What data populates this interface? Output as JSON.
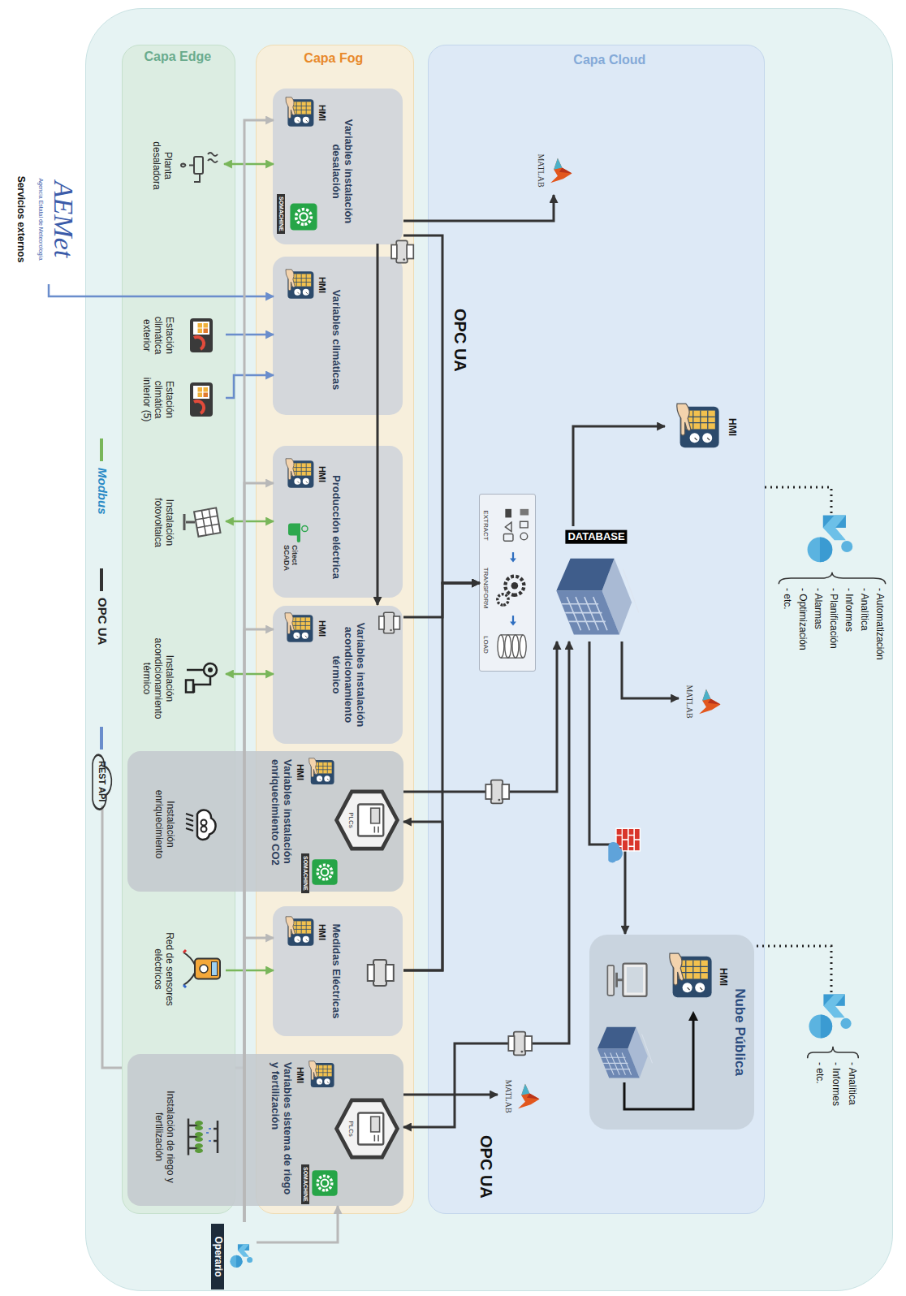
{
  "diagram": {
    "nodes": [
      {
        "text": [
          "Capa Edge"
        ]
      },
      {
        "text": [
          "Capa Fog"
        ]
      },
      {
        "text": [
          "Capa Cloud"
        ]
      },
      {
        "text": [
          "Planta desaladora"
        ],
        "in": 0
      },
      {
        "text": [
          "Estación climática exterior"
        ],
        "in": 0
      },
      {
        "text": [
          "Estación climática interior (5)"
        ],
        "in": 0
      },
      {
        "text": [
          "Instalación fotovoltaica"
        ],
        "in": 0
      },
      {
        "text": [
          "Instalación acondicionamiento térmico"
        ],
        "in": 0
      },
      {
        "text": [
          "Red de sensores eléctricos"
        ],
        "in": 0
      },
      {
        "text": [
          "HMI",
          "Variables instalación desalación",
          "SOMACHINE"
        ],
        "in": 1
      },
      {
        "text": [
          "HMI",
          "Variables climáticas"
        ],
        "in": 1
      },
      {
        "text": [
          "HMI",
          "Producción eléctrica",
          "Citect SCADA"
        ],
        "in": 1
      },
      {
        "text": [
          "HMI",
          "Variables instalación acondicionamiento térmico"
        ],
        "in": 1
      },
      {
        "text": [
          "HMI",
          "Variables instalación enriquecimiento CO2",
          "PLCs",
          "SOMACHINE"
        ]
      },
      {
        "text": [
          "Instalación enriquecimiento"
        ],
        "in": 13
      },
      {
        "text": [
          "HMI",
          "Medidas Eléctricas"
        ],
        "in": 1
      },
      {
        "text": [
          "HMI",
          "Variables sistema de riego y fertilización",
          "PLCs",
          "SOMACHINE"
        ]
      },
      {
        "text": [
          "Instalación de riego y fertilización"
        ],
        "in": 16
      },
      {
        "text": [
          "EXTRACT",
          "TRANSFORM",
          "LOAD"
        ],
        "in": 2
      },
      {
        "text": [
          "DATABASE"
        ],
        "in": 2
      },
      {
        "text": [
          "HMI"
        ],
        "in": 2
      },
      {
        "text": [
          "MATLAB"
        ],
        "in": 2
      },
      {
        "text": [
          "MATLAB"
        ],
        "in": 2
      },
      {
        "text": [
          "MATLAB"
        ],
        "in": 2
      },
      {
        "text": [
          "Nube Pública"
        ],
        "in": 2
      },
      {
        "text": [
          "HMI"
        ],
        "in": 24
      },
      {
        "text": [
          "AEMet",
          "Agencia Estatal de Meteorología",
          "Servicios externos"
        ]
      },
      {
        "text": [
          "Operario"
        ]
      },
      {
        "text": [
          "- Automatización",
          "- Analítica",
          "- Informes",
          "- Planificación",
          "- Alarmas",
          "- Optimización",
          "- etc."
        ]
      },
      {
        "text": [
          "- Analítica",
          "- Informes",
          "- etc."
        ]
      }
    ],
    "edges": [
      {
        "from": 3,
        "to": 9,
        "arrow": "both"
      },
      {
        "from": 6,
        "to": 11,
        "arrow": "both"
      },
      {
        "from": 7,
        "to": 12,
        "arrow": "both"
      },
      {
        "from": 8,
        "to": 15,
        "arrow": "to"
      },
      {
        "from": 4,
        "to": 10,
        "arrow": "to"
      },
      {
        "from": 5,
        "to": 10,
        "arrow": "to"
      },
      {
        "from": 26,
        "to": 10,
        "arrow": "to"
      },
      {
        "from": 9,
        "to": 21,
        "arrow": "to"
      },
      {
        "from": 9,
        "to": 12,
        "arrow": "to"
      },
      {
        "from": 9,
        "to": 18,
        "arrow": "to"
      },
      {
        "from": 12,
        "to": 18,
        "arrow": "to"
      },
      {
        "from": 15,
        "to": 18,
        "arrow": "to"
      },
      {
        "from": 15,
        "to": 13,
        "arrow": "to"
      },
      {
        "from": 13,
        "to": 19,
        "arrow": "to"
      },
      {
        "from": 16,
        "to": 19,
        "arrow": "both"
      },
      {
        "from": 16,
        "to": 23,
        "arrow": "to"
      },
      {
        "from": 19,
        "to": 20,
        "arrow": "to"
      },
      {
        "from": 19,
        "to": 22,
        "arrow": "to"
      },
      {
        "from": 19,
        "to": 24,
        "arrow": "to"
      },
      {
        "from": 28,
        "to": 2,
        "arrow": "none"
      },
      {
        "from": 29,
        "to": 24,
        "arrow": "none"
      },
      {
        "from": 27,
        "to": 9,
        "arrow": "to"
      },
      {
        "from": 27,
        "to": 11,
        "arrow": "to"
      },
      {
        "from": 27,
        "to": 12,
        "arrow": "to"
      },
      {
        "from": 27,
        "to": 15,
        "arrow": "to"
      },
      {
        "from": 27,
        "to": 16,
        "arrow": "to"
      }
    ],
    "labels": [
      "OPC UA",
      "OPC UA"
    ],
    "legend": [
      {
        "text": "Modbus"
      },
      {
        "text": "OPC UA"
      },
      {
        "text": "REST API"
      }
    ]
  }
}
